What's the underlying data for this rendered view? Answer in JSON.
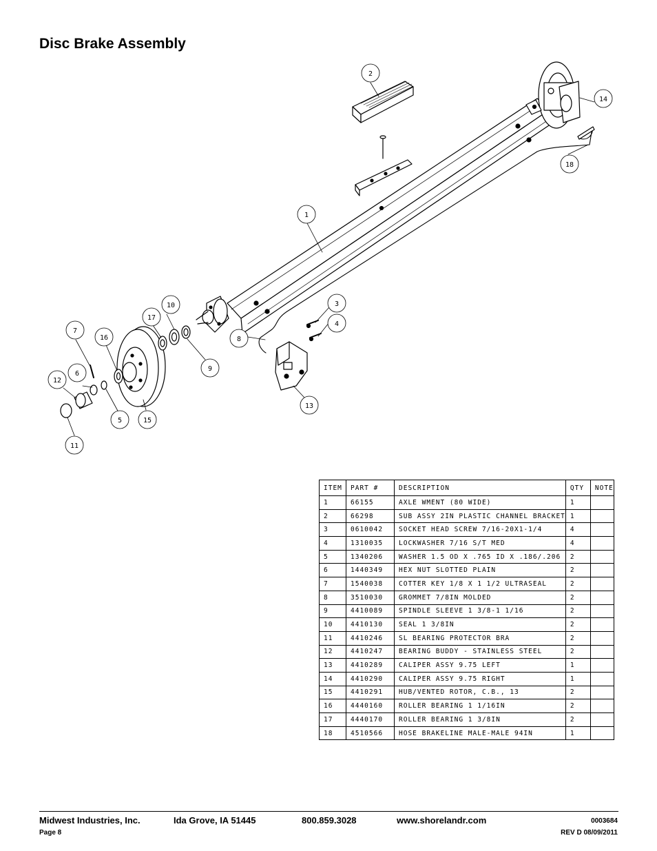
{
  "page": {
    "title": "Disc Brake Assembly"
  },
  "callouts": [
    "1",
    "2",
    "3",
    "4",
    "5",
    "6",
    "7",
    "8",
    "9",
    "10",
    "11",
    "12",
    "13",
    "14",
    "15",
    "16",
    "17",
    "18"
  ],
  "table": {
    "headers": [
      "ITEM",
      "PART #",
      "DESCRIPTION",
      "QTY",
      "NOTE"
    ],
    "rows": [
      [
        "1",
        "66155",
        "AXLE WMENT (80 WIDE)",
        "1",
        ""
      ],
      [
        "2",
        "66298",
        "SUB ASSY 2IN PLASTIC CHANNEL BRACKET",
        "1",
        ""
      ],
      [
        "3",
        "0610042",
        "SOCKET HEAD SCREW 7/16-20X1-1/4",
        "4",
        ""
      ],
      [
        "4",
        "1310035",
        "LOCKWASHER 7/16 S/T MED",
        "4",
        ""
      ],
      [
        "5",
        "1340206",
        "WASHER 1.5 OD X .765 ID X .186/.206",
        "2",
        ""
      ],
      [
        "6",
        "1440349",
        "HEX NUT SLOTTED PLAIN",
        "2",
        ""
      ],
      [
        "7",
        "1540038",
        "COTTER KEY 1/8 X 1 1/2 ULTRASEAL",
        "2",
        ""
      ],
      [
        "8",
        "3510030",
        "GROMMET  7/8IN MOLDED",
        "2",
        ""
      ],
      [
        "9",
        "4410089",
        "SPINDLE SLEEVE  1 3/8-1 1/16",
        "2",
        ""
      ],
      [
        "10",
        "4410130",
        "SEAL  1 3/8IN",
        "2",
        ""
      ],
      [
        "11",
        "4410246",
        "SL BEARING PROTECTOR BRA",
        "2",
        ""
      ],
      [
        "12",
        "4410247",
        "BEARING BUDDY - STAINLESS STEEL",
        "2",
        ""
      ],
      [
        "13",
        "4410289",
        "CALIPER ASSY 9.75 LEFT",
        "1",
        ""
      ],
      [
        "14",
        "4410290",
        "CALIPER ASSY 9.75 RIGHT",
        "1",
        ""
      ],
      [
        "15",
        "4410291",
        "HUB/VENTED ROTOR, C.B.,  13",
        "2",
        ""
      ],
      [
        "16",
        "4440160",
        "ROLLER BEARING   1 1/16IN",
        "2",
        ""
      ],
      [
        "17",
        "4440170",
        "ROLLER BEARING   1 3/8IN",
        "2",
        ""
      ],
      [
        "18",
        "4510566",
        "HOSE BRAKELINE MALE-MALE 94IN",
        "1",
        ""
      ]
    ]
  },
  "footer": {
    "company": "Midwest Industries, Inc.",
    "city": "Ida Grove, IA  51445",
    "phone": "800.859.3028",
    "website": "www.shorelandr.com",
    "doc_number": "0003684",
    "page": "Page 8",
    "revision": "REV D  08/09/2011"
  }
}
